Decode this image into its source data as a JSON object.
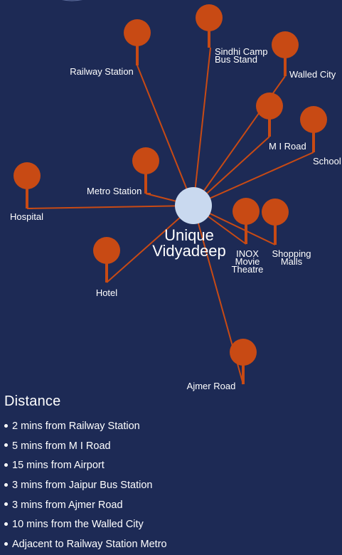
{
  "colors": {
    "background": "#1d2a55",
    "accent": "#c84a14",
    "center_node": "#c9d9ef",
    "text": "#ffffff"
  },
  "map": {
    "center": {
      "label_line1": "Unique",
      "label_line2": "Vidyadeep"
    },
    "landmarks": [
      {
        "id": "railway-station",
        "lines": [
          "Railway Station"
        ]
      },
      {
        "id": "sindhi-camp",
        "lines": [
          "Sindhi Camp",
          "Bus Stand"
        ]
      },
      {
        "id": "walled-city",
        "lines": [
          "Walled City"
        ]
      },
      {
        "id": "mi-road",
        "lines": [
          "M I Road"
        ]
      },
      {
        "id": "school",
        "lines": [
          "School"
        ]
      },
      {
        "id": "metro-station",
        "lines": [
          "Metro Station"
        ]
      },
      {
        "id": "hospital",
        "lines": [
          "Hospital"
        ]
      },
      {
        "id": "inox",
        "lines": [
          "INOX",
          "Movie",
          "Theatre"
        ]
      },
      {
        "id": "shopping-malls",
        "lines": [
          "Shopping",
          "Malls"
        ]
      },
      {
        "id": "hotel",
        "lines": [
          "Hotel"
        ]
      },
      {
        "id": "ajmer-road",
        "lines": [
          "Ajmer Road"
        ]
      }
    ]
  },
  "distance": {
    "title": "Distance",
    "items": [
      "2 mins from Railway Station",
      "5 mins from M I Road",
      "15 mins from Airport",
      "3 mins from Jaipur Bus Station",
      "3 mins from Ajmer Road",
      "10 mins from the Walled City",
      "Adjacent to Railway Station Metro"
    ]
  }
}
